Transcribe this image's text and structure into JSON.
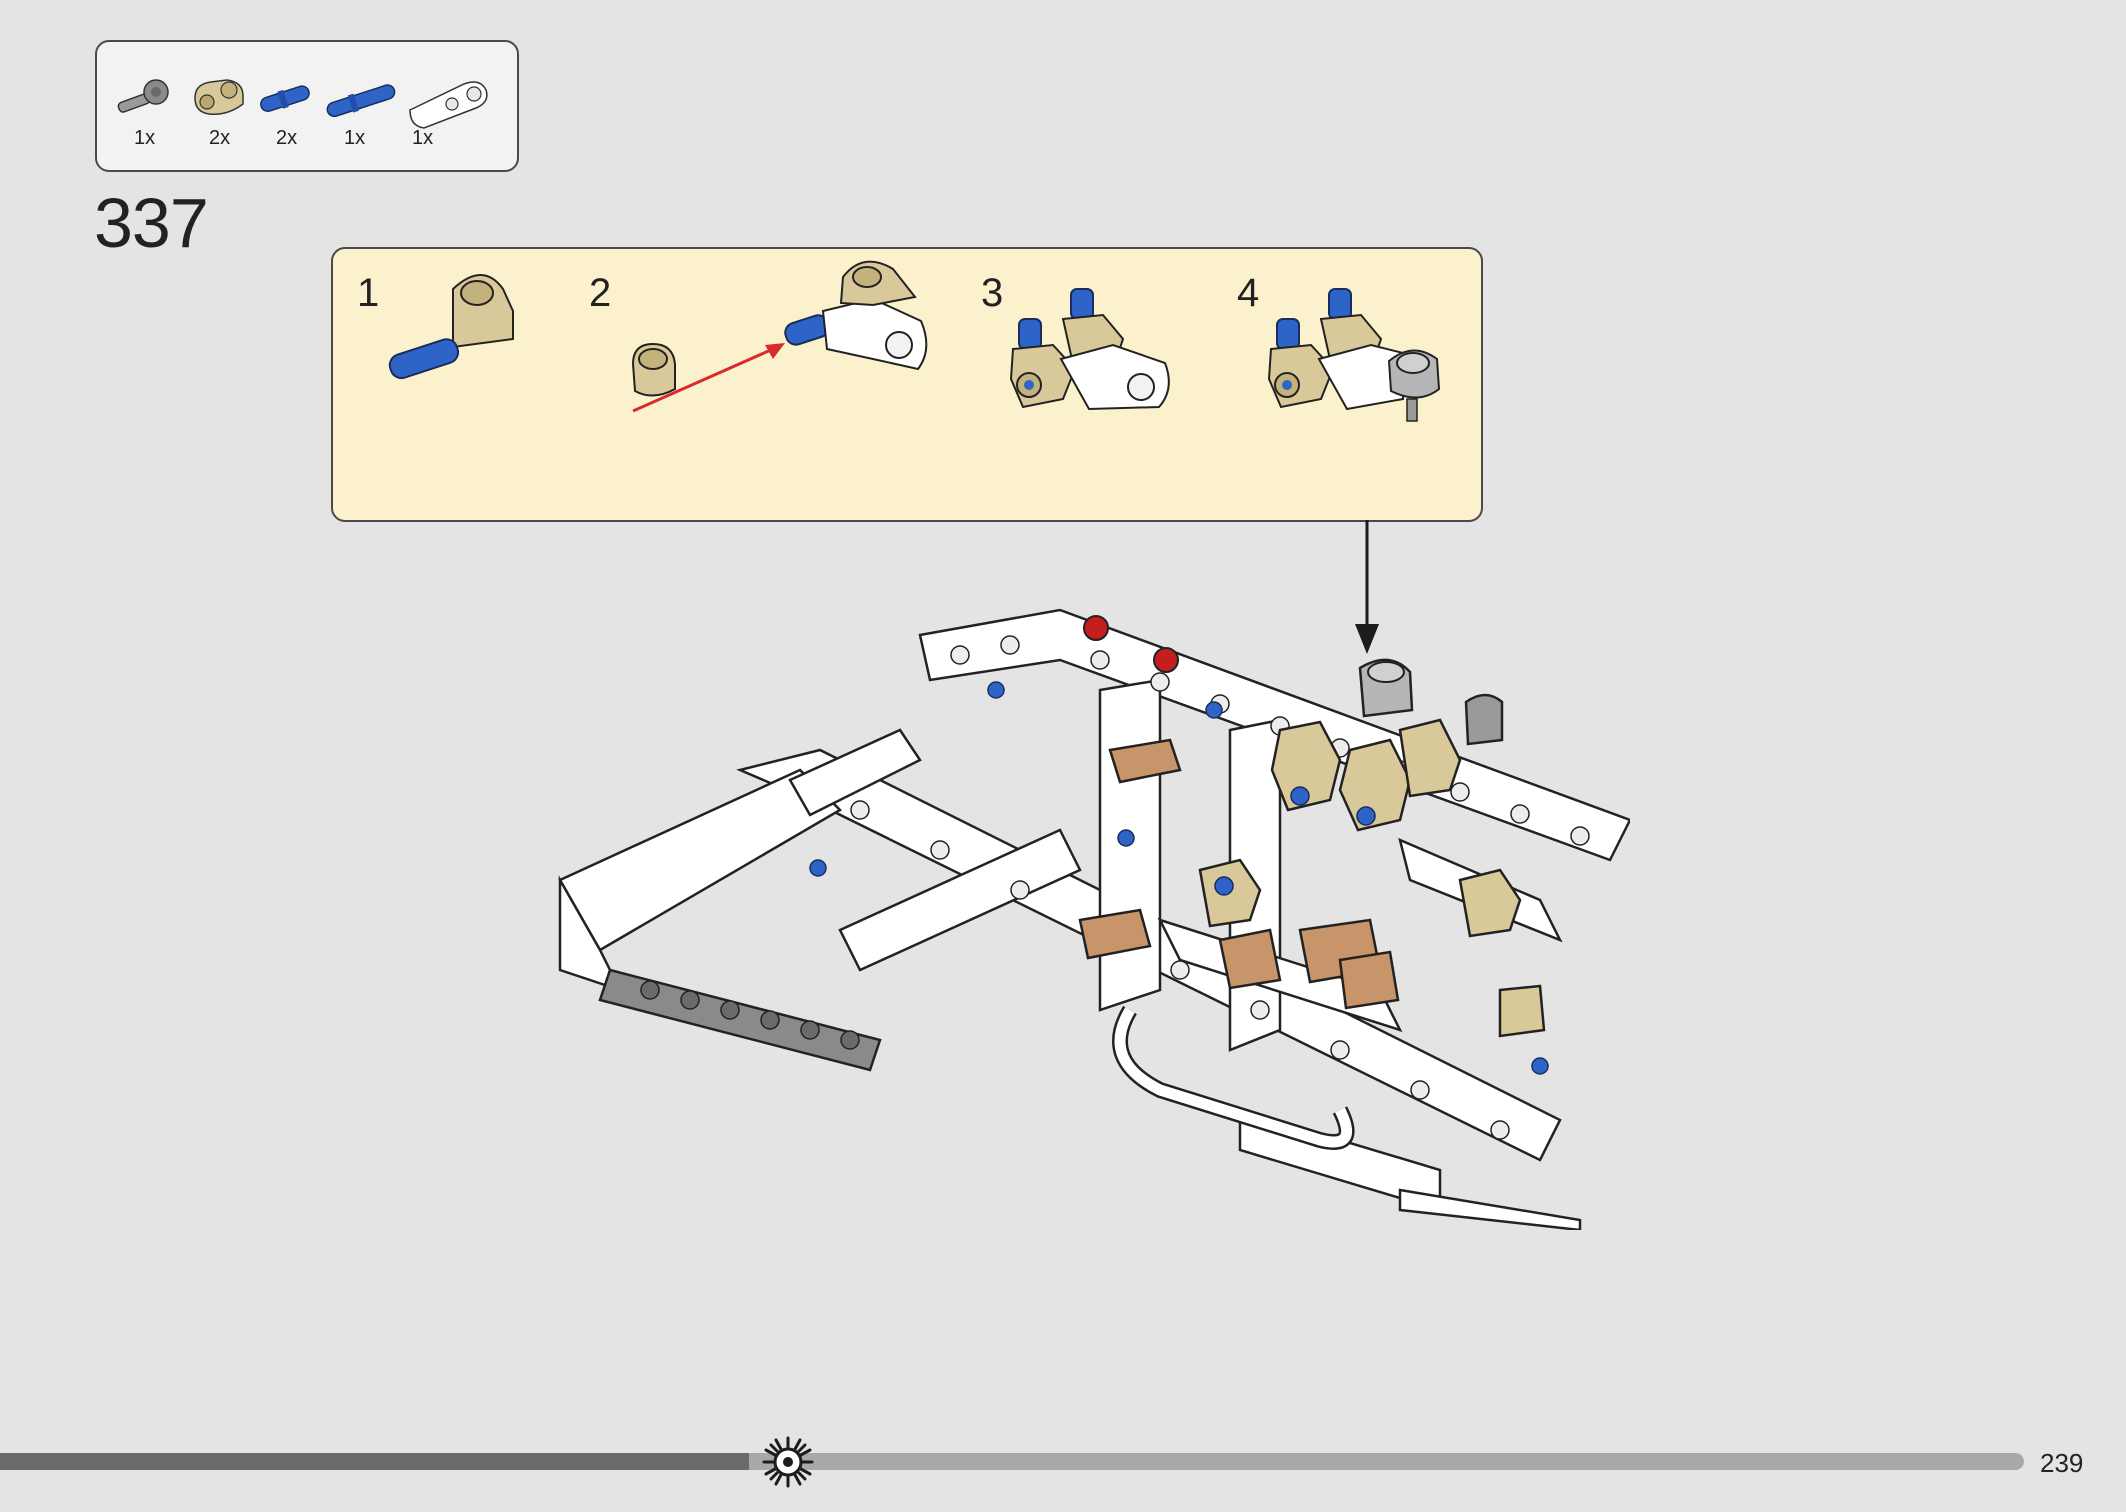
{
  "parts_list": [
    {
      "icon": "gray-axle-stop-icon",
      "quantity": "1x"
    },
    {
      "icon": "tan-pin-connector-icon",
      "quantity": "2x"
    },
    {
      "icon": "blue-pin-icon",
      "quantity": "2x"
    },
    {
      "icon": "blue-axle-pin-icon",
      "quantity": "1x"
    },
    {
      "icon": "white-beam-icon",
      "quantity": "1x"
    }
  ],
  "step": {
    "number": "337"
  },
  "substeps": [
    {
      "label": "1"
    },
    {
      "label": "2"
    },
    {
      "label": "3"
    },
    {
      "label": "4"
    }
  ],
  "progress": {
    "fraction": 0.37
  },
  "page": {
    "number": "239"
  },
  "colors": {
    "background": "#e4e4e4",
    "substep_panel": "#fbf2cd",
    "tan": "#d9c99a",
    "blue": "#2e64c8",
    "red_arrow": "#d82b2b",
    "medium_brown": "#c8946a",
    "progress_dark": "#6a6a6a",
    "progress_light": "#a8a8a8"
  }
}
